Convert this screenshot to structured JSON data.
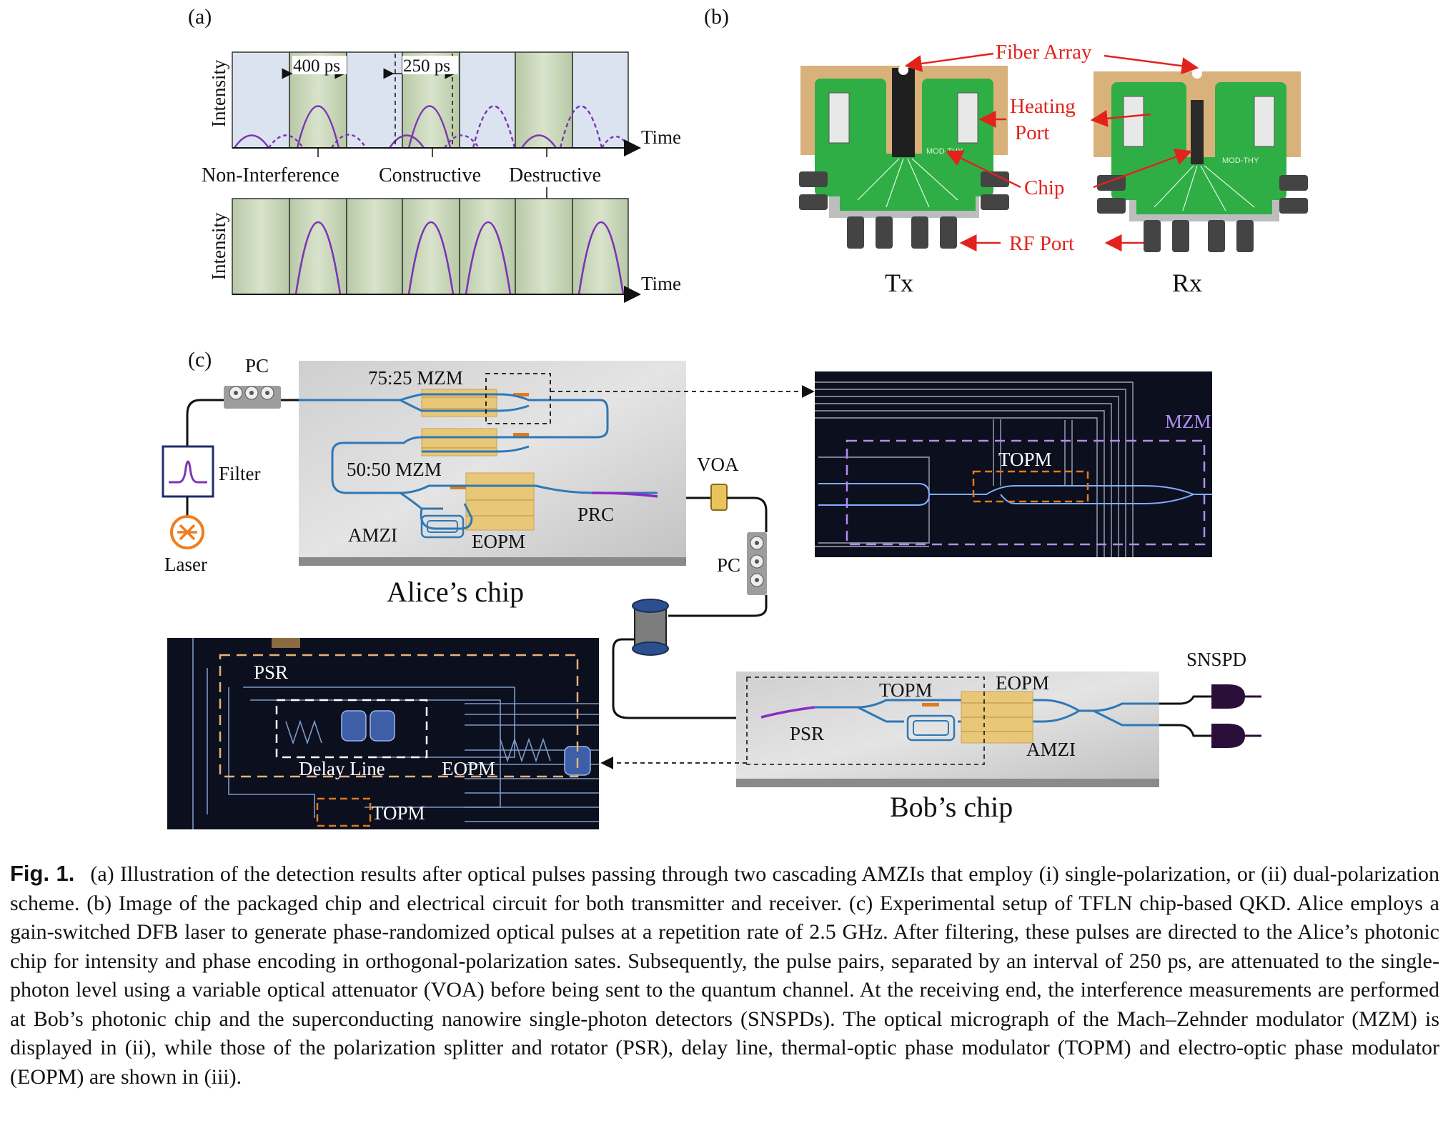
{
  "panel_a": {
    "label": "(a)",
    "gap_400": "400 ps",
    "gap_250": "250 ps",
    "ylabel_top": "Intensity",
    "ylabel_bottom": "Intensity",
    "xlabel_top": "Time",
    "xlabel_bottom": "Time",
    "cat_non": "Non-Interference",
    "cat_con": "Constructive",
    "cat_des": "Destructive",
    "colors": {
      "blue_cell": "#dce3f0",
      "green_cell": "#c4d2b5",
      "pulse": "#7b35b3"
    }
  },
  "panel_b": {
    "label": "(b)",
    "fiber_array": "Fiber Array",
    "heating_1": "Heating",
    "heating_2": "Port",
    "chip": "Chip",
    "rf_port": "RF Port",
    "tx": "Tx",
    "rx": "Rx",
    "chip_marking": "MOD-THY",
    "colors": {
      "annotation": "#e3221c",
      "pcb": "#2fae45",
      "carrier": "#d8b27a"
    }
  },
  "panel_c": {
    "label": "(c)",
    "pc_top": "PC",
    "filter": "Filter",
    "laser": "Laser",
    "mzm_7525": "75:25 MZM",
    "mzm_5050": "50:50 MZM",
    "amzi_alice": "AMZI",
    "eopm_alice": "EOPM",
    "prc": "PRC",
    "voa": "VOA",
    "pc_mid": "PC",
    "alice_chip": "Alice’s chip",
    "micro_ii_mzm": "MZM",
    "micro_ii_topm": "TOPM",
    "psr_micro": "PSR",
    "delay_line": "Delay Line",
    "eopm_micro": "EOPM",
    "topm_micro": "TOPM",
    "psr_bob": "PSR",
    "topm_bob": "TOPM",
    "eopm_bob": "EOPM",
    "amzi_bob": "AMZI",
    "snspd": "SNSPD",
    "bob_chip": "Bob’s chip",
    "colors": {
      "waveguide": "#2f78b4",
      "electrode": "#e8c878",
      "orange": "#e07a1e",
      "micro_bg": "#0c0f1e"
    }
  },
  "caption": {
    "label": "Fig. 1.",
    "text": "(a) Illustration of the detection results after optical pulses passing through two cascading AMZIs that employ (i) single-polarization, or (ii) dual-polarization scheme. (b) Image of the packaged chip and electrical circuit for both transmitter and receiver. (c) Experimental setup of TFLN chip-based QKD. Alice employs a gain-switched DFB laser to generate phase-randomized optical pulses at a repetition rate of 2.5 GHz. After filtering, these pulses are directed to the Alice’s photonic chip for intensity and phase encoding in orthogonal-polarization sates. Subsequently, the pulse pairs, separated by an interval of 250 ps, are attenuated to the single-photon level using a variable optical attenuator (VOA) before being sent to the quantum channel. At the receiving end, the interference measurements are performed at Bob’s photonic chip and the superconducting nanowire single-photon detectors (SNSPDs). The optical micrograph of the Mach–Zehnder modulator (MZM) is displayed in (ii), while those of the polarization splitter and rotator (PSR), delay line, thermal-optic phase modulator (TOPM) and electro-optic phase modulator (EOPM) are shown in (iii)."
  }
}
